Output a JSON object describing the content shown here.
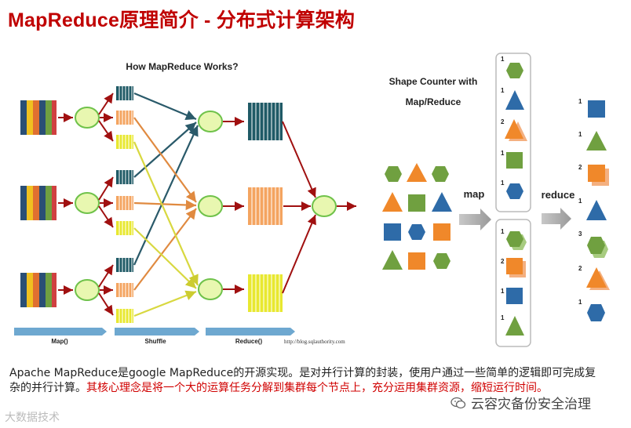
{
  "title": "MapReduce原理简介 - 分布式计算架构",
  "left_diagram": {
    "title": "How MapReduce Works?",
    "phase_labels": [
      "Map()",
      "Shuffle",
      "Reduce()"
    ],
    "credit": "http://blog.sqlauthority.com"
  },
  "right_diagram": {
    "title_line1": "Shape Counter with",
    "title_line2": "Map/Reduce",
    "map_label": "map",
    "reduce_label": "reduce",
    "map_group1_counts": [
      "1",
      "1",
      "2",
      "1",
      "1"
    ],
    "map_group2_counts": [
      "1",
      "2",
      "1",
      "1"
    ],
    "result_counts": [
      "1",
      "1",
      "2",
      "1",
      "3",
      "2",
      "1"
    ]
  },
  "caption": {
    "normal": "Apache MapReduce是google MapReduce的开源实现。是对并行计算的封装，使用户通过一些简单的逻辑即可完成复杂的并行计算。",
    "highlight": "其核心理念是将一个大的运算任务分解到集群每个节点上，充分运用集群资源，缩短运行时间。"
  },
  "watermark": "云容灾备份安全治理",
  "bottom_logo": "大数据技术",
  "colors": {
    "title": "#c00000",
    "green": "#70a040",
    "orange": "#f0882a",
    "blue": "#2e6ba8",
    "arrow_red": "#a01010"
  }
}
